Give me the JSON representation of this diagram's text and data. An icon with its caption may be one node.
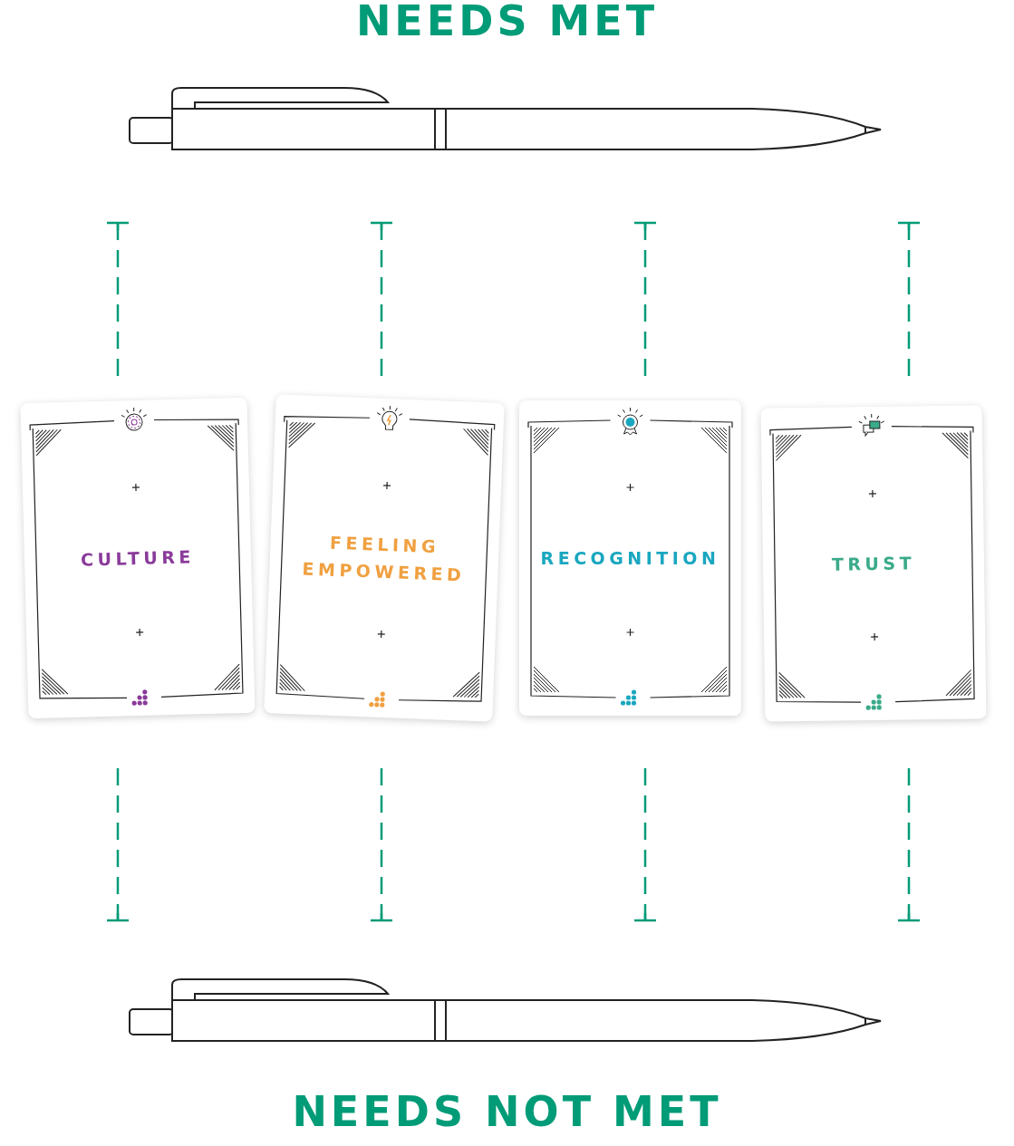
{
  "diagram": {
    "nodes": [
      {
        "text": [
          "CULTURE"
        ]
      },
      {
        "text": [
          "FEELING EMPOWERED"
        ]
      },
      {
        "text": [
          "RECOGNITION"
        ]
      },
      {
        "text": [
          "TRUST"
        ]
      }
    ],
    "labels": [
      "NEEDS MET",
      "NEEDS NOT MET"
    ]
  }
}
